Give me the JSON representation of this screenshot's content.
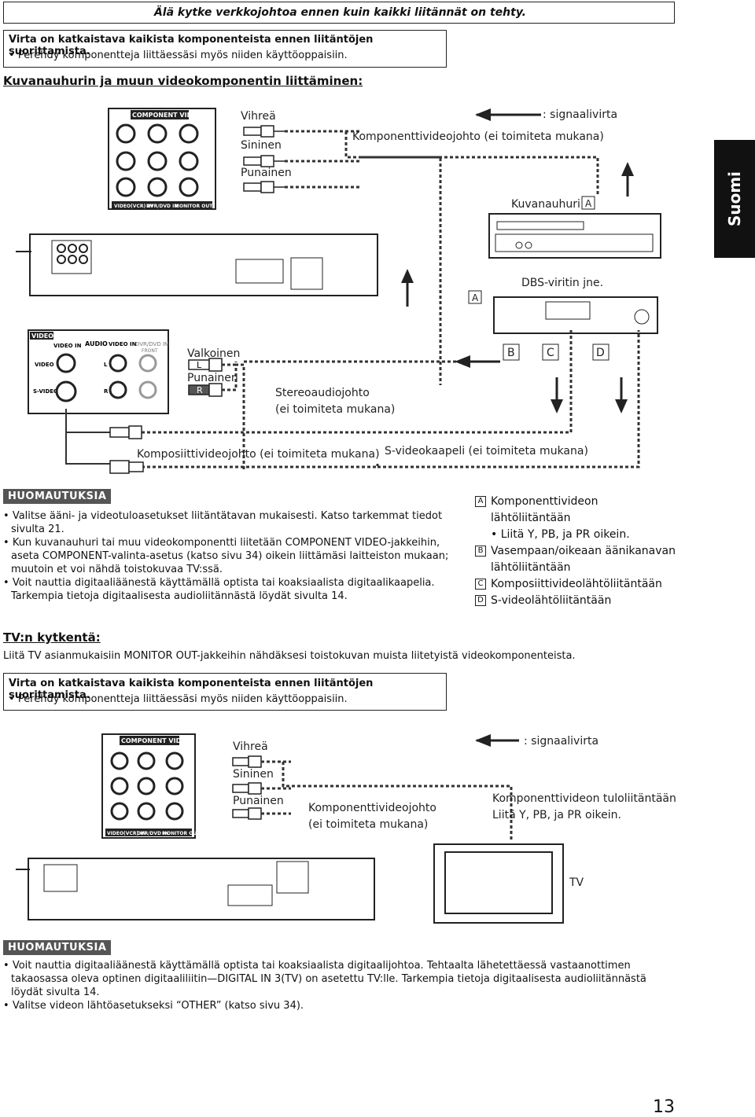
{
  "top_warning": "Älä kytke verkkojohtoa ennen kuin kaikki liitännät on tehty.",
  "box1": {
    "line1": "Virta on katkaistava kaikista komponenteista ennen liitäntöjen suorittamista.",
    "line2": "Perehdy komponentteja liittäessäsi myös niiden käyttöoppaisiin."
  },
  "section1_title": "Kuvanauhurin ja muun videokomponentin liittäminen:",
  "side_tab": "Suomi",
  "diagram1": {
    "component_video": "COMPONENT VIDEO",
    "green": "Vihreä",
    "blue": "Sininen",
    "red": "Punainen",
    "signal": ": signaalivirta",
    "component_cable": "Komponenttivideojohto (ei toimiteta mukana)",
    "vcr": "Kuvanauhuri",
    "vcr_marker": "A",
    "dbs": "DBS-viritin jne.",
    "dbs_marker": "A",
    "video_panel": "VIDEO",
    "video_in": "VIDEO IN",
    "audio": "AUDIO",
    "dvr_dvd_in": "DVR/DVD IN",
    "front": "FRONT",
    "video_lbl": "VIDEO",
    "svideo_lbl": "S-VIDEO",
    "l_lbl": "L",
    "r_lbl": "R",
    "white": "Valkoinen",
    "red2": "Punainen",
    "plug_l": "L",
    "plug_r": "R",
    "stereo_cable_1": "Stereoaudiojohto",
    "stereo_cable_2": "(ei toimiteta mukana)",
    "marker_b": "B",
    "marker_c": "C",
    "marker_d": "D",
    "composite_cable": "Komposiittivideojohto (ei toimiteta mukana)",
    "svideo_cable": "S-videokaapeli (ei toimiteta mukana)",
    "jack_labels": [
      "VIDEO(VCR) IN",
      "DVR/DVD IN",
      "MONITOR OUT"
    ]
  },
  "notes1": {
    "header": "HUOMAUTUKSIA",
    "items": [
      "Valitse ääni- ja videotuloasetukset liitäntätavan mukaisesti. Katso tarkemmat tiedot sivulta 21.",
      "Kun kuvanauhuri tai muu videokomponentti liitetään COMPONENT VIDEO-jakkeihin, aseta COMPONENT-valinta-asetus (katso sivu 34) oikein liittämäsi laitteiston mukaan; muutoin et voi nähdä toistokuvaa TV:ssä.",
      "Voit nauttia digitaaliäänestä käyttämällä optista tai koaksiaalista digitaalikaapelia. Tarkempia tietoja digitaalisesta audioliitännästä löydät sivulta 14."
    ]
  },
  "legend1": {
    "a_marker": "A",
    "a_line1": "Komponenttivideon",
    "a_line2": "lähtöliitäntään",
    "a_sub": "Liitä Y, PB, ja PR oikein.",
    "b_marker": "B",
    "b_line1": "Vasempaan/oikeaan äänikanavan",
    "b_line2": "lähtöliitäntään",
    "c_marker": "C",
    "c_line": "Komposiittivideolähtöliitäntään",
    "d_marker": "D",
    "d_line": "S-videolähtöliitäntään"
  },
  "section2_title": "TV:n kytkentä:",
  "section2_text": "Liitä TV asianmukaisiin MONITOR OUT-jakkeihin nähdäksesi toistokuvan muista liitetyistä videokomponenteista.",
  "box2": {
    "line1": "Virta on katkaistava kaikista komponenteista ennen liitäntöjen suorittamista.",
    "line2": "Perehdy komponentteja liittäessäsi myös niiden käyttöoppaisiin."
  },
  "diagram2": {
    "component_video": "COMPONENT VIDEO",
    "green": "Vihreä",
    "blue": "Sininen",
    "red": "Punainen",
    "signal": ": signaalivirta",
    "cable_1": "Komponenttivideojohto",
    "cable_2": "(ei toimiteta mukana)",
    "input_1": "Komponenttivideon tuloliitäntään",
    "input_sub": "Liitä Y, PB, ja PR oikein.",
    "tv": "TV",
    "jack_labels": [
      "VIDEO(VCR) IN",
      "DVR/DVD IN",
      "MONITOR OUT"
    ]
  },
  "notes2": {
    "header": "HUOMAUTUKSIA",
    "items": [
      "Voit nauttia digitaaliäänestä käyttämällä optista tai koaksiaalista digitaalijohtoa. Tehtaalta lähetettäessä vastaanottimen takaosassa oleva optinen digitaaliliitin—DIGITAL IN 3(TV) on asetettu TV:lle. Tarkempia tietoja digitaalisesta audioliitännästä löydät sivulta 14.",
      "Valitse videon lähtöasetukseksi “OTHER” (katso sivu 34)."
    ]
  },
  "page_number": "13"
}
